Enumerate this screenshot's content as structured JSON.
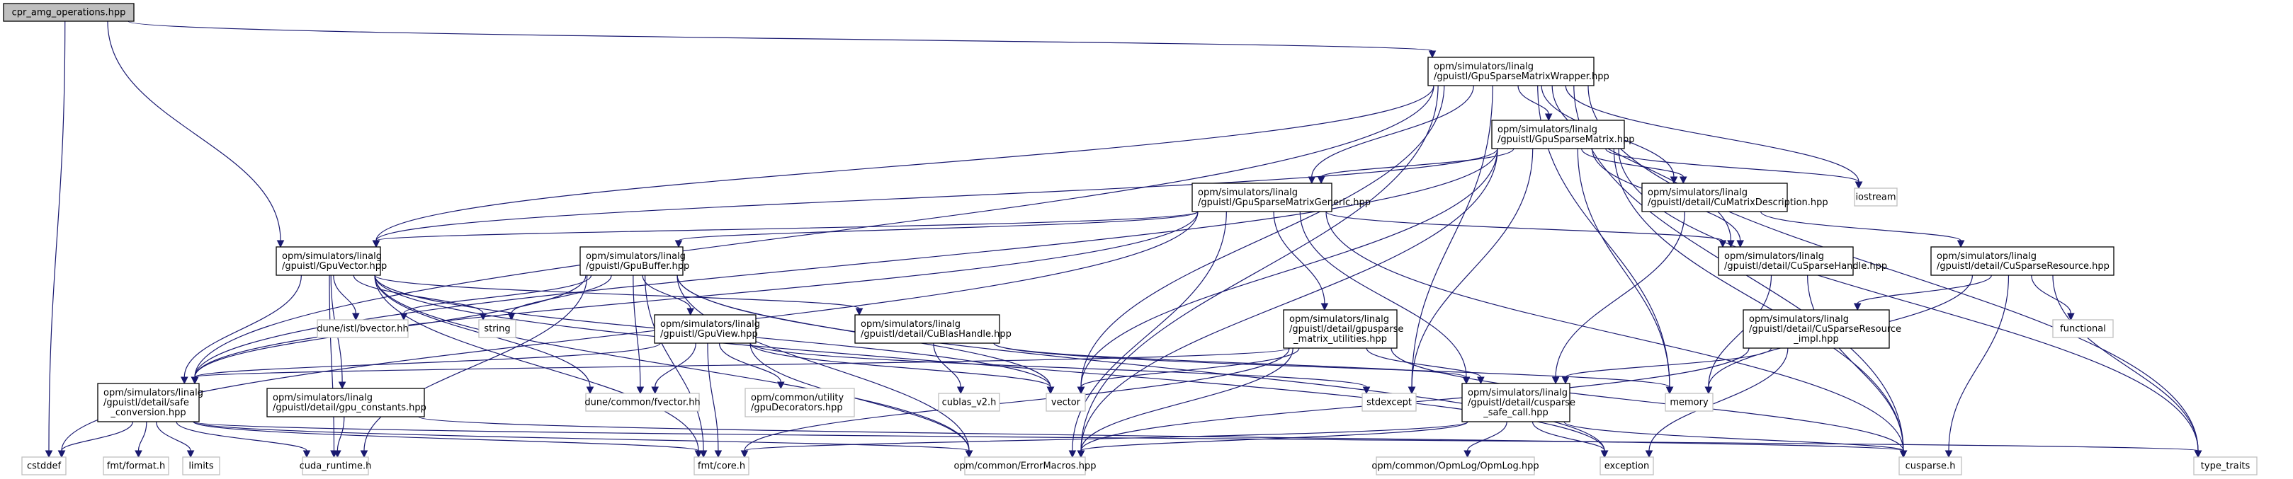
{
  "title": "Include dependency graph for cpr_amg_operations.hpp",
  "colors": {
    "edge": "#191970",
    "root_fill": "#bfbfbf",
    "external_border": "#bfbfbf"
  },
  "nodes": [
    {
      "id": "root",
      "kind": "root",
      "lines": [
        "cpr_amg_operations.hpp"
      ]
    },
    {
      "id": "wrapper",
      "kind": "project",
      "lines": [
        "opm/simulators/linalg",
        "/gpuistl/GpuSparseMatrixWrapper.hpp"
      ]
    },
    {
      "id": "sparse",
      "kind": "project",
      "lines": [
        "opm/simulators/linalg",
        "/gpuistl/GpuSparseMatrix.hpp"
      ]
    },
    {
      "id": "generic",
      "kind": "project",
      "lines": [
        "opm/simulators/linalg",
        "/gpuistl/GpuSparseMatrixGeneric.hpp"
      ]
    },
    {
      "id": "cumatdesc",
      "kind": "project",
      "lines": [
        "opm/simulators/linalg",
        "/gpuistl/detail/CuMatrixDescription.hpp"
      ]
    },
    {
      "id": "iostream",
      "kind": "external",
      "lines": [
        "iostream"
      ]
    },
    {
      "id": "gpuvector",
      "kind": "project",
      "lines": [
        "opm/simulators/linalg",
        "/gpuistl/GpuVector.hpp"
      ]
    },
    {
      "id": "gpubuffer",
      "kind": "project",
      "lines": [
        "opm/simulators/linalg",
        "/gpuistl/GpuBuffer.hpp"
      ]
    },
    {
      "id": "cusparsehandle",
      "kind": "project",
      "lines": [
        "opm/simulators/linalg",
        "/gpuistl/detail/CuSparseHandle.hpp"
      ]
    },
    {
      "id": "cusparseresource",
      "kind": "project",
      "lines": [
        "opm/simulators/linalg",
        "/gpuistl/detail/CuSparseResource.hpp"
      ]
    },
    {
      "id": "bvector",
      "kind": "external",
      "lines": [
        "dune/istl/bvector.hh"
      ]
    },
    {
      "id": "string",
      "kind": "external",
      "lines": [
        "string"
      ]
    },
    {
      "id": "gpuview",
      "kind": "project",
      "lines": [
        "opm/simulators/linalg",
        "/gpuistl/GpuView.hpp"
      ]
    },
    {
      "id": "cublashandle",
      "kind": "project",
      "lines": [
        "opm/simulators/linalg",
        "/gpuistl/detail/CuBlasHandle.hpp"
      ]
    },
    {
      "id": "matutils",
      "kind": "project",
      "lines": [
        "opm/simulators/linalg",
        "/gpuistl/detail/gpusparse",
        "_matrix_utilities.hpp"
      ]
    },
    {
      "id": "resimpl",
      "kind": "project",
      "lines": [
        "opm/simulators/linalg",
        "/gpuistl/detail/CuSparseResource",
        "_impl.hpp"
      ]
    },
    {
      "id": "functional",
      "kind": "external",
      "lines": [
        "functional"
      ]
    },
    {
      "id": "safeconv",
      "kind": "project",
      "lines": [
        "opm/simulators/linalg",
        "/gpuistl/detail/safe",
        "_conversion.hpp"
      ]
    },
    {
      "id": "gpuconst",
      "kind": "project",
      "lines": [
        "opm/simulators/linalg",
        "/gpuistl/detail/gpu_constants.hpp"
      ]
    },
    {
      "id": "fvector",
      "kind": "external",
      "lines": [
        "dune/common/fvector.hh"
      ]
    },
    {
      "id": "gpudecor",
      "kind": "external",
      "lines": [
        "opm/common/utility",
        "/gpuDecorators.hpp"
      ]
    },
    {
      "id": "cublas",
      "kind": "external",
      "lines": [
        "cublas_v2.h"
      ]
    },
    {
      "id": "vector",
      "kind": "external",
      "lines": [
        "vector"
      ]
    },
    {
      "id": "stdexcept",
      "kind": "external",
      "lines": [
        "stdexcept"
      ]
    },
    {
      "id": "safecall",
      "kind": "project",
      "lines": [
        "opm/simulators/linalg",
        "/gpuistl/detail/cusparse",
        "_safe_call.hpp"
      ]
    },
    {
      "id": "memory",
      "kind": "external",
      "lines": [
        "memory"
      ]
    },
    {
      "id": "cstddef",
      "kind": "external",
      "lines": [
        "cstddef"
      ]
    },
    {
      "id": "fmtformat",
      "kind": "external",
      "lines": [
        "fmt/format.h"
      ]
    },
    {
      "id": "limits",
      "kind": "external",
      "lines": [
        "limits"
      ]
    },
    {
      "id": "cudaruntime",
      "kind": "external",
      "lines": [
        "cuda_runtime.h"
      ]
    },
    {
      "id": "fmtcore",
      "kind": "external",
      "lines": [
        "fmt/core.h"
      ]
    },
    {
      "id": "errormacros",
      "kind": "external",
      "lines": [
        "opm/common/ErrorMacros.hpp"
      ]
    },
    {
      "id": "opmlog",
      "kind": "external",
      "lines": [
        "opm/common/OpmLog/OpmLog.hpp"
      ]
    },
    {
      "id": "exception",
      "kind": "external",
      "lines": [
        "exception"
      ]
    },
    {
      "id": "cusparseh",
      "kind": "external",
      "lines": [
        "cusparse.h"
      ]
    },
    {
      "id": "typetraits",
      "kind": "external",
      "lines": [
        "type_traits"
      ]
    }
  ],
  "edges": [
    [
      "root",
      "wrapper"
    ],
    [
      "root",
      "gpuvector"
    ],
    [
      "root",
      "cstddef"
    ],
    [
      "wrapper",
      "sparse"
    ],
    [
      "wrapper",
      "generic"
    ],
    [
      "wrapper",
      "cumatdesc"
    ],
    [
      "wrapper",
      "iostream"
    ],
    [
      "wrapper",
      "gpuvector"
    ],
    [
      "wrapper",
      "cusparsehandle"
    ],
    [
      "wrapper",
      "safeconv"
    ],
    [
      "wrapper",
      "vector"
    ],
    [
      "wrapper",
      "stdexcept"
    ],
    [
      "wrapper",
      "errormacros"
    ],
    [
      "wrapper",
      "cusparseh"
    ],
    [
      "wrapper",
      "typetraits"
    ],
    [
      "wrapper",
      "memory"
    ],
    [
      "sparse",
      "generic"
    ],
    [
      "sparse",
      "cumatdesc"
    ],
    [
      "sparse",
      "iostream"
    ],
    [
      "sparse",
      "gpuvector"
    ],
    [
      "sparse",
      "cusparsehandle"
    ],
    [
      "sparse",
      "safeconv"
    ],
    [
      "sparse",
      "vector"
    ],
    [
      "sparse",
      "stdexcept"
    ],
    [
      "sparse",
      "memory"
    ],
    [
      "sparse",
      "errormacros"
    ],
    [
      "sparse",
      "cusparseh"
    ],
    [
      "sparse",
      "typetraits"
    ],
    [
      "generic",
      "gpuvector"
    ],
    [
      "generic",
      "gpubuffer"
    ],
    [
      "generic",
      "cusparsehandle"
    ],
    [
      "generic",
      "matutils"
    ],
    [
      "generic",
      "safecall"
    ],
    [
      "generic",
      "safeconv"
    ],
    [
      "generic",
      "cstddef"
    ],
    [
      "generic",
      "errormacros"
    ],
    [
      "generic",
      "cusparseh"
    ],
    [
      "cumatdesc",
      "cusparseresource"
    ],
    [
      "cumatdesc",
      "safecall"
    ],
    [
      "cusparsehandle",
      "memory"
    ],
    [
      "cusparsehandle",
      "cusparseh"
    ],
    [
      "cusparseresource",
      "resimpl"
    ],
    [
      "cusparseresource",
      "functional"
    ],
    [
      "cusparseresource",
      "memory"
    ],
    [
      "cusparseresource",
      "cusparseh"
    ],
    [
      "cusparseresource",
      "typetraits"
    ],
    [
      "resimpl",
      "safecall"
    ],
    [
      "resimpl",
      "errormacros"
    ],
    [
      "resimpl",
      "exception"
    ],
    [
      "gpuvector",
      "bvector"
    ],
    [
      "gpuvector",
      "string"
    ],
    [
      "gpuvector",
      "cublashandle"
    ],
    [
      "gpuvector",
      "safeconv"
    ],
    [
      "gpuvector",
      "gpuconst"
    ],
    [
      "gpuvector",
      "fvector"
    ],
    [
      "gpuvector",
      "vector"
    ],
    [
      "gpuvector",
      "cudaruntime"
    ],
    [
      "gpuvector",
      "fmtcore"
    ],
    [
      "gpuvector",
      "errormacros"
    ],
    [
      "gpuvector",
      "exception"
    ],
    [
      "gpubuffer",
      "bvector"
    ],
    [
      "gpubuffer",
      "string"
    ],
    [
      "gpubuffer",
      "gpuview"
    ],
    [
      "gpubuffer",
      "fvector"
    ],
    [
      "gpubuffer",
      "vector"
    ],
    [
      "gpubuffer",
      "safeconv"
    ],
    [
      "gpubuffer",
      "cudaruntime"
    ],
    [
      "gpubuffer",
      "fmtcore"
    ],
    [
      "gpubuffer",
      "errormacros"
    ],
    [
      "gpubuffer",
      "exception"
    ],
    [
      "gpuview",
      "fvector"
    ],
    [
      "gpuview",
      "gpudecor"
    ],
    [
      "gpuview",
      "fmtcore"
    ],
    [
      "gpuview",
      "vector"
    ],
    [
      "gpuview",
      "stdexcept"
    ],
    [
      "gpuview",
      "safeconv"
    ],
    [
      "gpuview",
      "errormacros"
    ],
    [
      "cublashandle",
      "cublas"
    ],
    [
      "cublashandle",
      "memory"
    ],
    [
      "cublashandle",
      "safecall"
    ],
    [
      "matutils",
      "safeconv"
    ],
    [
      "matutils",
      "vector"
    ],
    [
      "matutils",
      "safecall"
    ],
    [
      "matutils",
      "errormacros"
    ],
    [
      "matutils",
      "fmtcore"
    ],
    [
      "matutils",
      "cusparseh"
    ],
    [
      "safecall",
      "fmtcore"
    ],
    [
      "safecall",
      "errormacros"
    ],
    [
      "safecall",
      "opmlog"
    ],
    [
      "safecall",
      "exception"
    ],
    [
      "safecall",
      "cusparseh"
    ],
    [
      "safeconv",
      "cstddef"
    ],
    [
      "safeconv",
      "fmtformat"
    ],
    [
      "safeconv",
      "limits"
    ],
    [
      "safeconv",
      "cudaruntime"
    ],
    [
      "safeconv",
      "fmtcore"
    ],
    [
      "safeconv",
      "errormacros"
    ],
    [
      "safeconv",
      "typetraits"
    ],
    [
      "gpuconst",
      "cudaruntime"
    ],
    [
      "gpuconst",
      "cusparseh"
    ]
  ]
}
